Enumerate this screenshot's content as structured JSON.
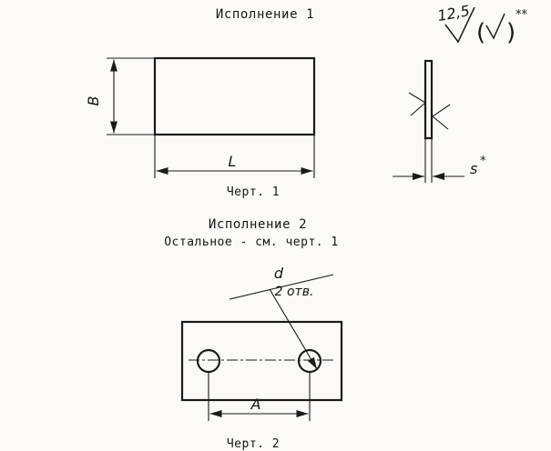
{
  "sheet": {
    "background": "#fbfaf7",
    "line_color": "#1a1a1a"
  },
  "figure1": {
    "title": "Исполнение 1",
    "caption": "Черт. 1",
    "dim_height_label": "B",
    "dim_length_label": "L"
  },
  "side_view": {
    "thickness_label": "s",
    "thickness_note": "*",
    "roughness_value": "12,5",
    "paren_open": "(",
    "paren_close": ")",
    "note_stars": "**"
  },
  "figure2": {
    "title": "Исполнение 2",
    "note": "Остальное - см. черт. 1",
    "caption": "Черт. 2",
    "hole_label": "d",
    "hole_count_label": "2 отв.",
    "dim_centers_label": "A"
  }
}
